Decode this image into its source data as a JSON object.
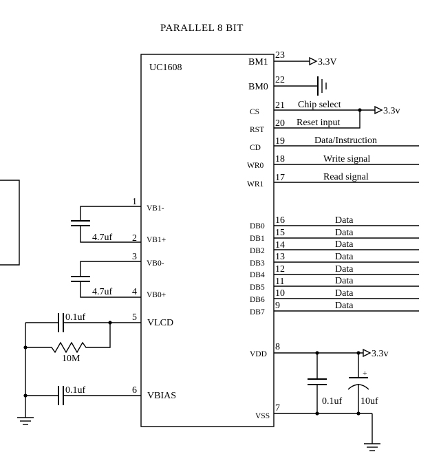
{
  "title": "PARALLEL 8 BIT",
  "chip": {
    "name": "UC1608"
  },
  "right_pins": [
    {
      "num": "23",
      "name": "BM1",
      "signal": ""
    },
    {
      "num": "22",
      "name": "BM0",
      "signal": ""
    },
    {
      "num": "21",
      "name": "CS",
      "signal": "Chip select"
    },
    {
      "num": "20",
      "name": "RST",
      "signal": "Reset input"
    },
    {
      "num": "19",
      "name": "CD",
      "signal": "Data/Instruction"
    },
    {
      "num": "18",
      "name": "WR0",
      "signal": "Write signal"
    },
    {
      "num": "17",
      "name": "WR1",
      "signal": "Read signal"
    },
    {
      "num": "16",
      "name": "DB0",
      "signal": "Data"
    },
    {
      "num": "15",
      "name": "DB1",
      "signal": "Data"
    },
    {
      "num": "14",
      "name": "DB2",
      "signal": "Data"
    },
    {
      "num": "13",
      "name": "DB3",
      "signal": "Data"
    },
    {
      "num": "12",
      "name": "DB4",
      "signal": "Data"
    },
    {
      "num": "11",
      "name": "DB5",
      "signal": "Data"
    },
    {
      "num": "10",
      "name": "DB6",
      "signal": "Data"
    },
    {
      "num": "9",
      "name": "DB7",
      "signal": "Data"
    },
    {
      "num": "8",
      "name": "VDD",
      "signal": ""
    },
    {
      "num": "7",
      "name": "VSS",
      "signal": ""
    }
  ],
  "left_pins": [
    {
      "num": "1",
      "name": "VB1-"
    },
    {
      "num": "2",
      "name": "VB1+"
    },
    {
      "num": "3",
      "name": "VB0-"
    },
    {
      "num": "4",
      "name": "VB0+"
    },
    {
      "num": "5",
      "name": "VLCD"
    },
    {
      "num": "6",
      "name": "VBIAS"
    }
  ],
  "supply": "3.3V",
  "supply_cs": "3.3v",
  "supply_vdd": "3.3v",
  "components": {
    "c_vb1": "4.7uf",
    "c_vb0": "4.7uf",
    "c_vlcd": "0.1uf",
    "r_vlcd": "10M",
    "c_vbias": "0.1uf",
    "c_vdd": "0.1uf",
    "c_elec": "10uf",
    "c_elec_polarity": "+"
  }
}
